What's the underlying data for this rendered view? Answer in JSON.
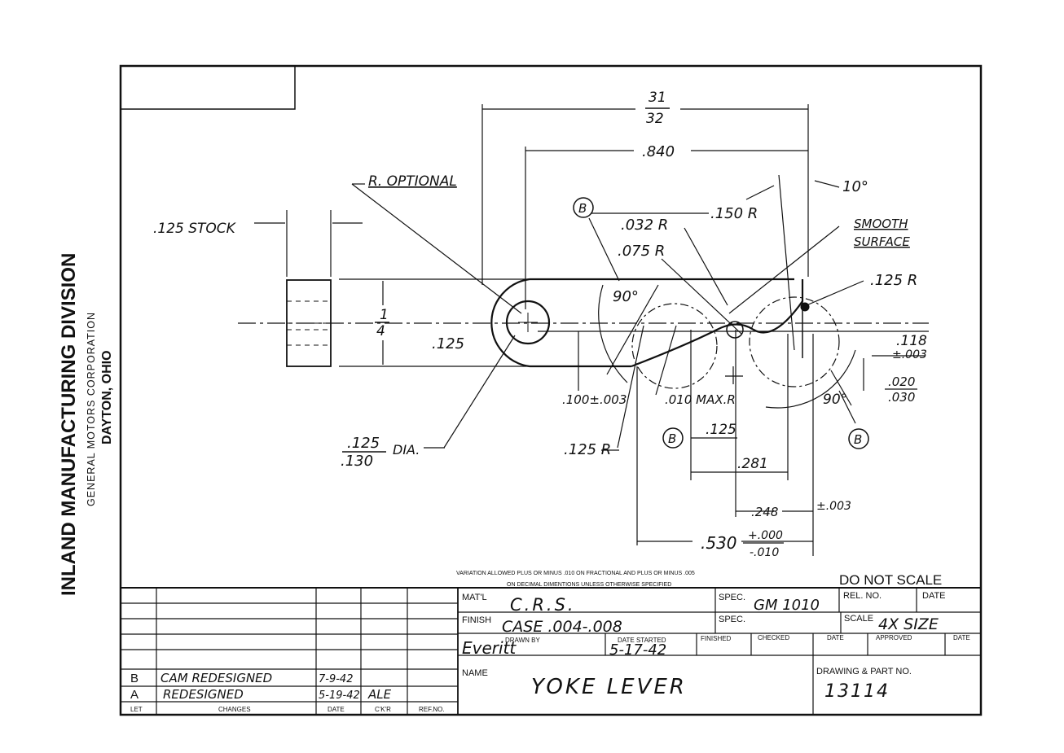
{
  "division": {
    "name": "INLAND MANUFACTURING DIVISION",
    "corporation": "GENERAL MOTORS CORPORATION",
    "city": "DAYTON, OHIO"
  },
  "dimensions": {
    "width_num": "31",
    "width_den": "32",
    "d840": ".840",
    "angle10": "10°",
    "r_optional": "R. OPTIONAL",
    "stock": ".125 STOCK",
    "r150": ".150 R",
    "r032": ".032 R",
    "r075": ".075 R",
    "smooth1": "SMOOTH",
    "smooth2": "SURFACE",
    "r125a": ".125 R",
    "thick_num": "1",
    "thick_den": "4",
    "d125": ".125",
    "ang90a": "90°",
    "d118": ".118",
    "tol003a": "±.003",
    "d020": ".020",
    "d030": ".030",
    "d100": ".100±.003",
    "maxr": ".010 MAX.R",
    "ang90b": "90°",
    "dia_top": ".125",
    "dia_bot": ".130",
    "dia_label": "DIA.",
    "r125b": ".125 R",
    "d125c": ".125",
    "d281": ".281",
    "d248": ".248",
    "tol003b": "±.003",
    "d530": ".530",
    "tol_plus": "+.000",
    "tol_minus": "-.010",
    "balloon": "B"
  },
  "notes": {
    "variation1": "VARIATION ALLOWED PLUS OR MINUS .010 ON FRACTIONAL AND PLUS OR MINUS .005",
    "variation2": "ON DECIMAL DIMENTIONS UNLESS OTHERWISE SPECIFIED",
    "do_not_scale": "DO NOT SCALE"
  },
  "title_block": {
    "matl_label": "MAT'L",
    "matl_value": "C.R.S.",
    "spec1_label": "SPEC.",
    "spec1_value": "GM 1010",
    "relno_label": "REL. NO.",
    "date_label": "DATE",
    "finish_label": "FINISH",
    "finish_value": "CASE .004-.008",
    "spec2_label": "SPEC.",
    "scale_label": "SCALE",
    "scale_value": "4X SIZE",
    "drawn_label": "DRAWN BY",
    "drawn_value": "Everitt",
    "started_label": "DATE STARTED",
    "started_value": "5-17-42",
    "finished_label": "FINISHED",
    "checked_label": "CHECKED",
    "date2_label": "DATE",
    "approved_label": "APPROVED",
    "date3_label": "DATE",
    "name_label": "NAME",
    "name_value": "YOKE LEVER",
    "part_label": "DRAWING & PART NO.",
    "part_value": "13114"
  },
  "revisions": {
    "headers": [
      "LET",
      "CHANGES",
      "DATE",
      "C'K'R",
      "REF.NO."
    ],
    "rows": [
      {
        "let": "B",
        "change": "CAM REDESIGNED",
        "date": "7-9-42",
        "ckr": ""
      },
      {
        "let": "A",
        "change": "REDESIGNED",
        "date": "5-19-42",
        "ckr": "ALE"
      }
    ]
  }
}
